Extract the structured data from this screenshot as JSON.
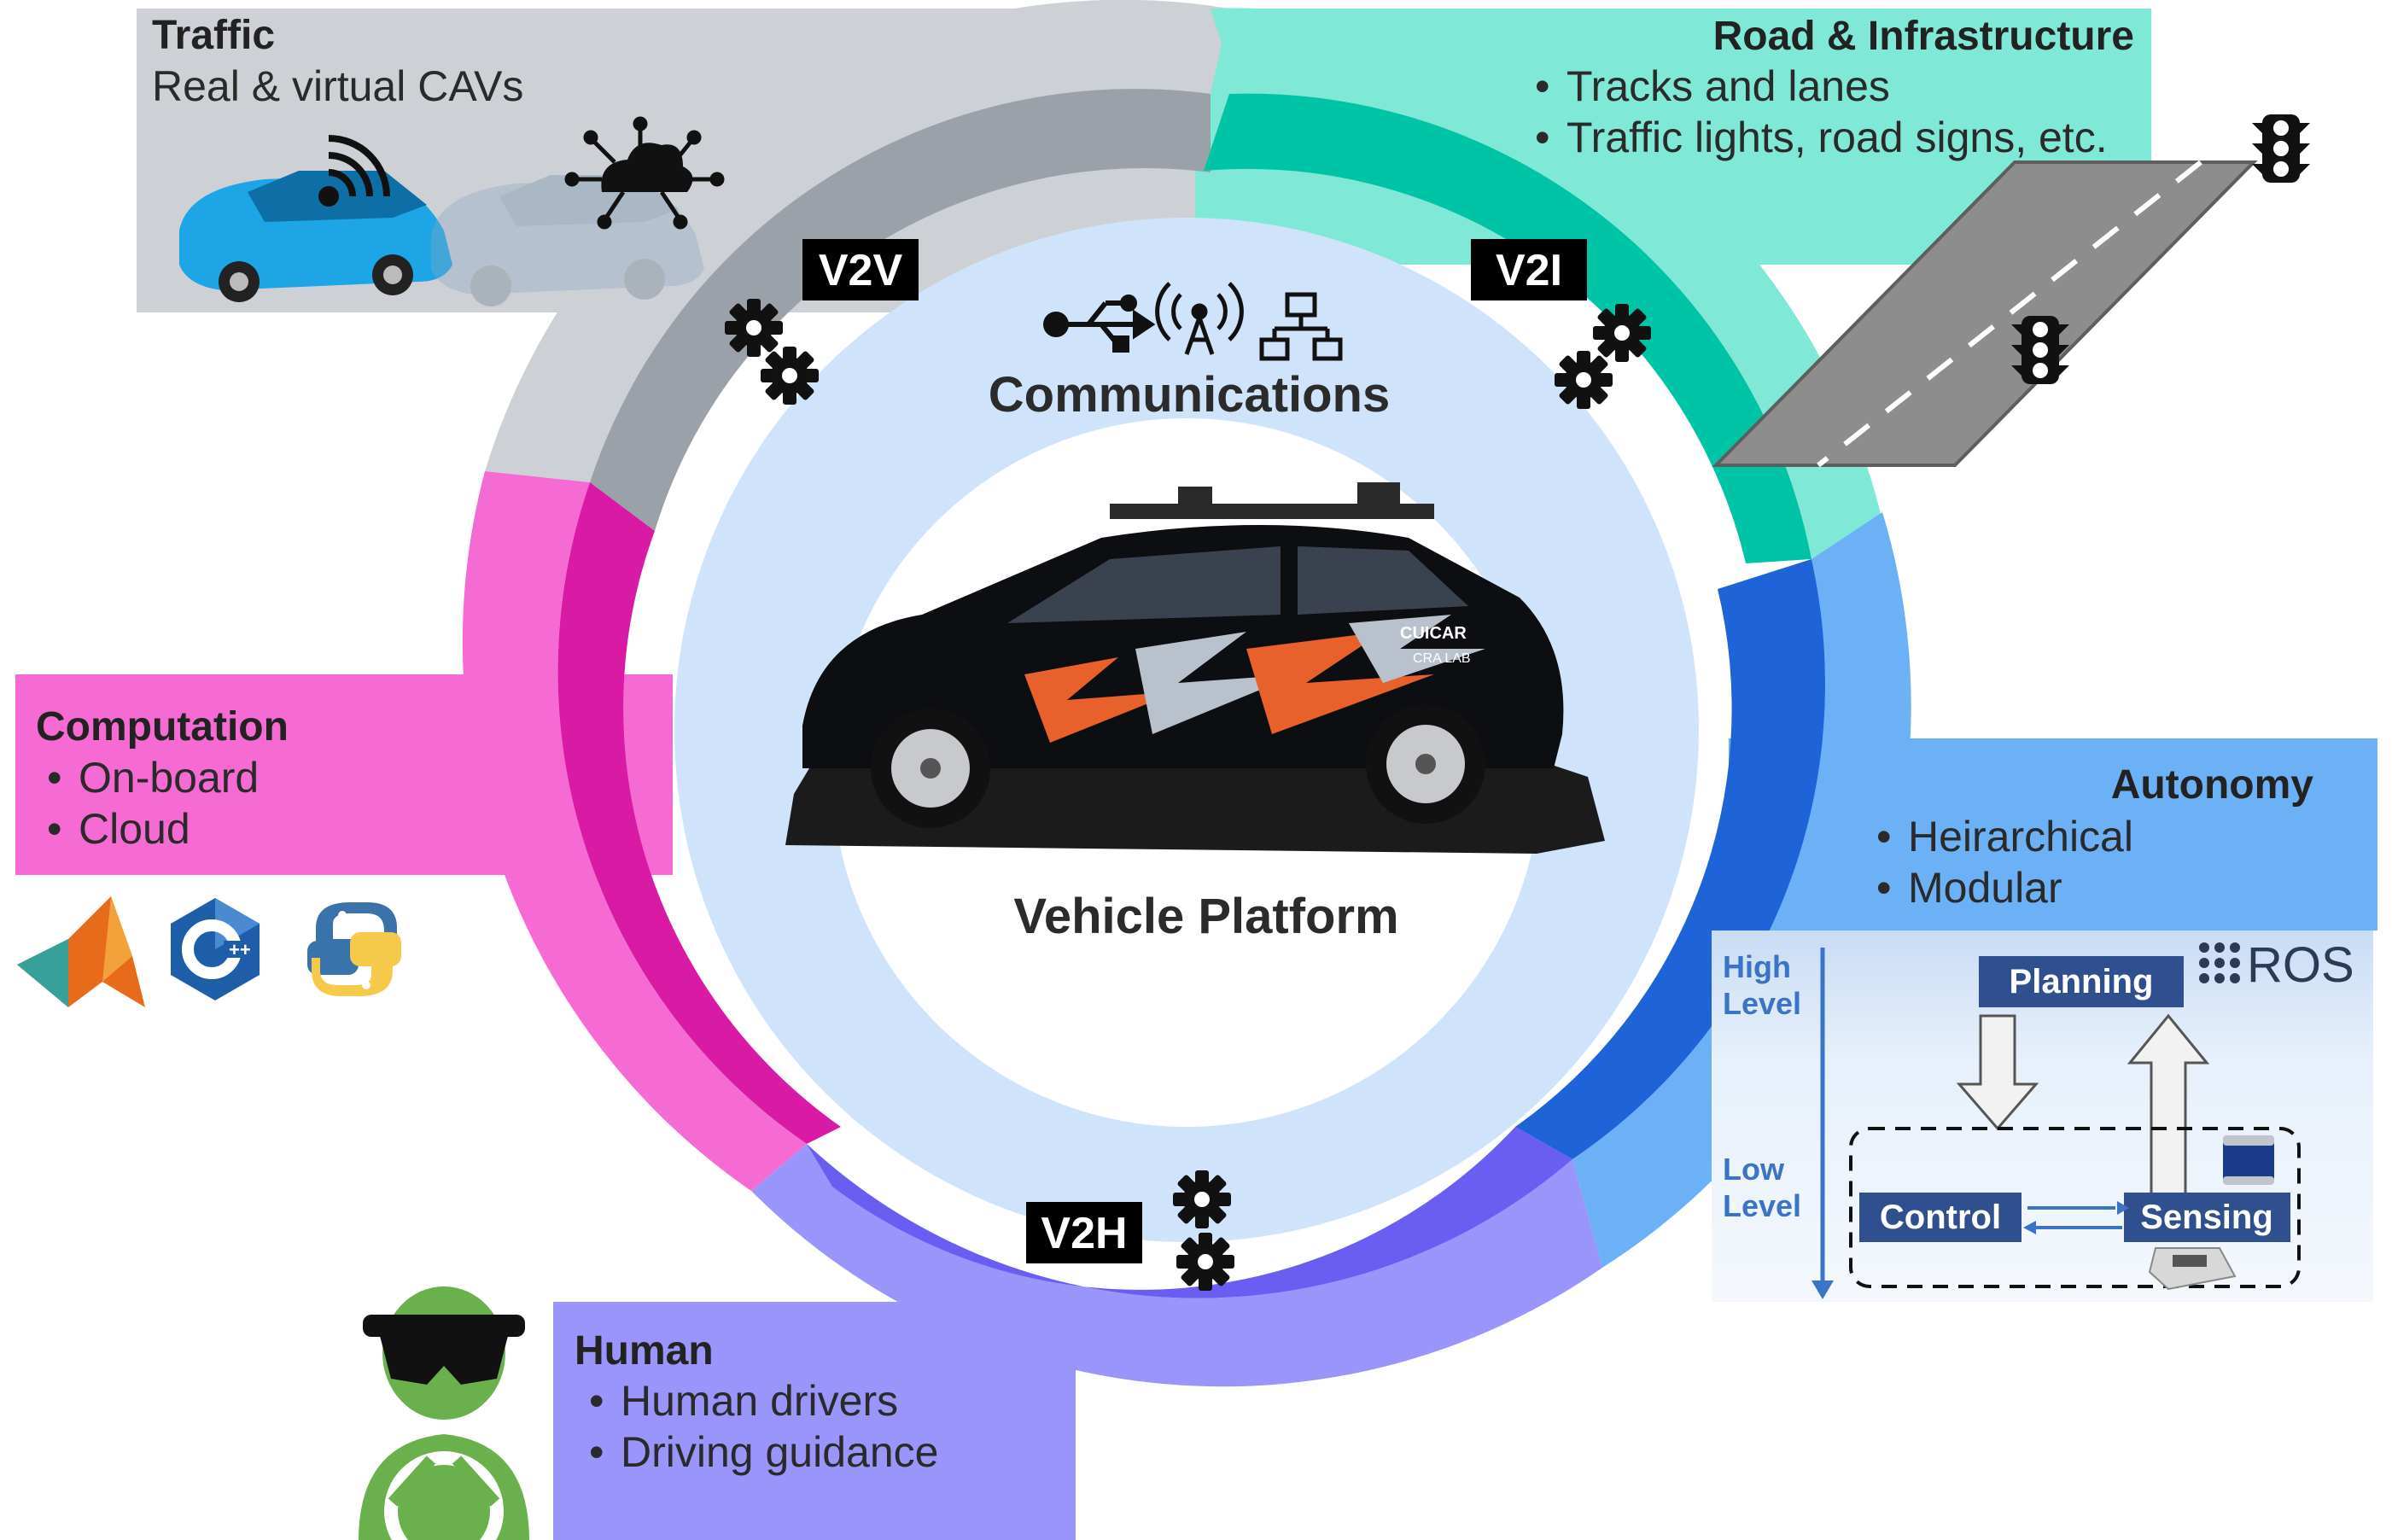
{
  "colors": {
    "traffic": "#9aa1a9",
    "traffic_light": "#cdd1d6",
    "road": "#00c4a6",
    "road_light": "#7fe8d6",
    "autonomy": "#1f63d8",
    "autonomy_light": "#6cb0f6",
    "human": "#6a5ef2",
    "human_light": "#9a95fb",
    "computation": "#d81aa5",
    "computation_light": "#f56bd3",
    "inner": "#cfe4fb"
  },
  "traffic": {
    "title": "Traffic",
    "subtitle": "Real & virtual CAVs"
  },
  "road": {
    "title": "Road & Infrastructure",
    "items": [
      "Tracks and lanes",
      "Traffic lights, road signs, etc."
    ]
  },
  "autonomy": {
    "title": "Autonomy",
    "items": [
      "Heirarchical",
      "Modular"
    ]
  },
  "computation": {
    "title": "Computation",
    "items": [
      "On-board",
      "Cloud"
    ]
  },
  "human": {
    "title": "Human",
    "items": [
      "Human drivers",
      "Driving guidance"
    ]
  },
  "tags": {
    "v2v": "V2V",
    "v2i": "V2I",
    "v2h": "V2H"
  },
  "communications": "Communications",
  "vehicle_platform": "Vehicle Platform",
  "ros": {
    "logo": "ROS",
    "high_level": [
      "High",
      "Level"
    ],
    "low_level": [
      "Low",
      "Level"
    ],
    "planning": "Planning",
    "control": "Control",
    "sensing": "Sensing"
  },
  "car_decal": {
    "brand": "CUICAR",
    "lab": "CRA LAB"
  }
}
